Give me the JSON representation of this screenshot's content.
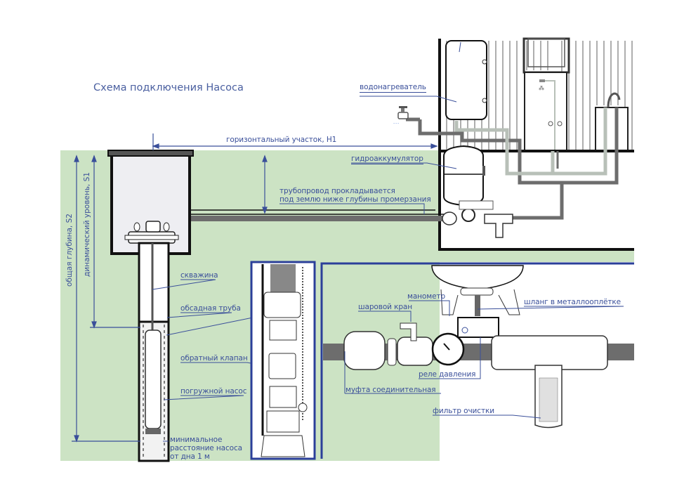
{
  "title": "Схема подключения Насоса",
  "colors": {
    "ground": "#cce3c4",
    "label": "#3a4f9a",
    "outline": "#1a1a1a",
    "pipe_dark": "#6d6d6d",
    "pipe_light": "#b8c0b8",
    "frame_blue": "#2b3f9a",
    "caisson_fill": "#eeeef2"
  },
  "dimensions": {
    "horizontal": "горизонтальный участок, H1",
    "total_depth": "общая глубина, S2",
    "dynamic_level": "динамический уровень, S1"
  },
  "labels": {
    "water_heater": "водонагреватель",
    "accumulator": "гидроаккумулятор",
    "pipeline_line1": "трубопровод прокладывается",
    "pipeline_line2": "под землю ниже глубины промерзания",
    "well": "скважина",
    "casing": "обсадная труба",
    "check_valve": "обратный клапан",
    "submersible_pump": "погружной насос",
    "min_distance": "минимальное расстояние насоса от дна 1 м"
  },
  "detail_labels": {
    "manometer": "манометр",
    "hose": "шланг в металлооплётке",
    "ball_valve": "шаровой кран",
    "pressure_switch": "реле давления",
    "coupling": "муфта соединительная",
    "filter": "фильтр очистки"
  }
}
